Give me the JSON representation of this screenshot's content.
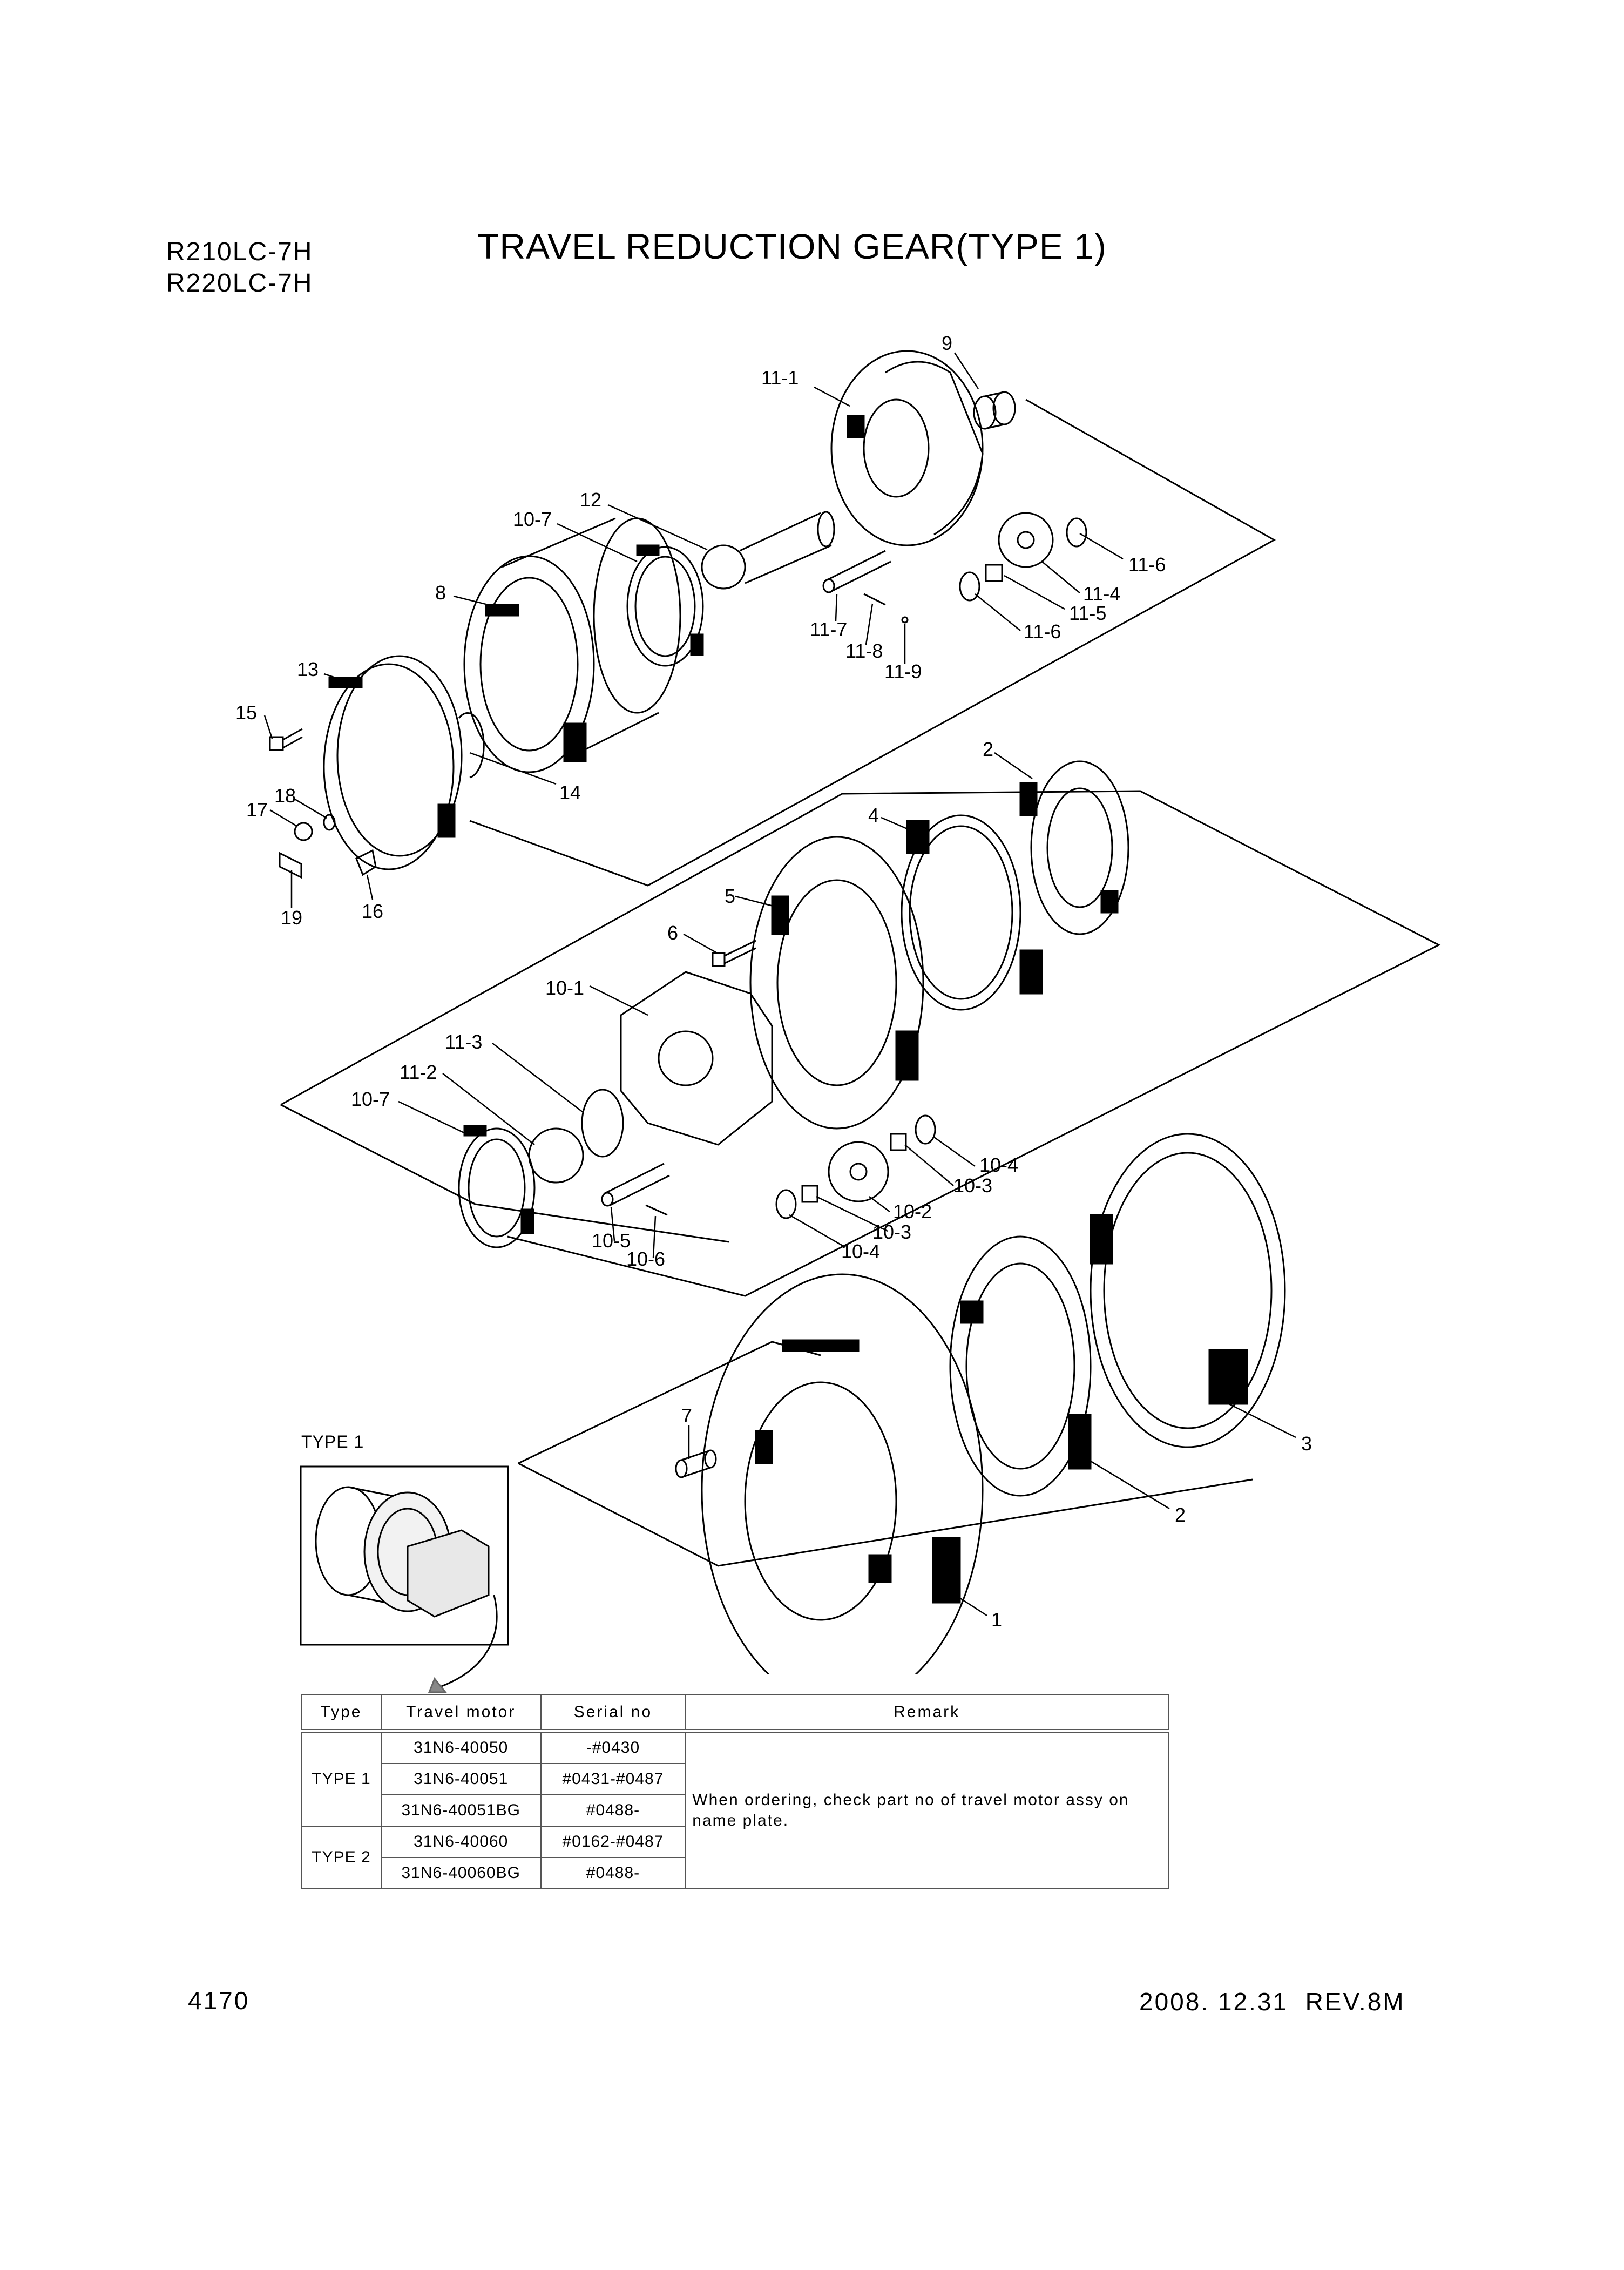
{
  "header": {
    "models": [
      "R210LC-7H",
      "R220LC-7H"
    ],
    "title": "TRAVEL REDUCTION GEAR(TYPE 1)"
  },
  "diagram": {
    "part_labels": [
      "11-1",
      "9",
      "12",
      "10-7",
      "8",
      "11-6",
      "11-4",
      "11-5",
      "11-6",
      "11-7",
      "11-8",
      "11-9",
      "13",
      "15",
      "14",
      "18",
      "17",
      "19",
      "16",
      "2",
      "4",
      "5",
      "6",
      "10-1",
      "11-3",
      "11-2",
      "10-7",
      "10-4",
      "10-3",
      "10-2",
      "10-3",
      "10-4",
      "10-5",
      "10-6",
      "7",
      "3",
      "2",
      "1"
    ],
    "inset_label": "TYPE 1"
  },
  "table": {
    "headers": [
      "Type",
      "Travel motor",
      "Serial no",
      "Remark"
    ],
    "groups": [
      {
        "type": "TYPE 1",
        "rows": [
          {
            "motor": "31N6-40050",
            "serial": "-#0430"
          },
          {
            "motor": "31N6-40051",
            "serial": "#0431-#0487"
          },
          {
            "motor": "31N6-40051BG",
            "serial": "#0488-"
          }
        ]
      },
      {
        "type": "TYPE 2",
        "rows": [
          {
            "motor": "31N6-40060",
            "serial": "#0162-#0487"
          },
          {
            "motor": "31N6-40060BG",
            "serial": "#0488-"
          }
        ]
      }
    ],
    "remark": "When ordering, check part no of travel motor assy on name plate."
  },
  "footer": {
    "page": "4170",
    "date_rev": "2008. 12.31  REV.8M"
  }
}
